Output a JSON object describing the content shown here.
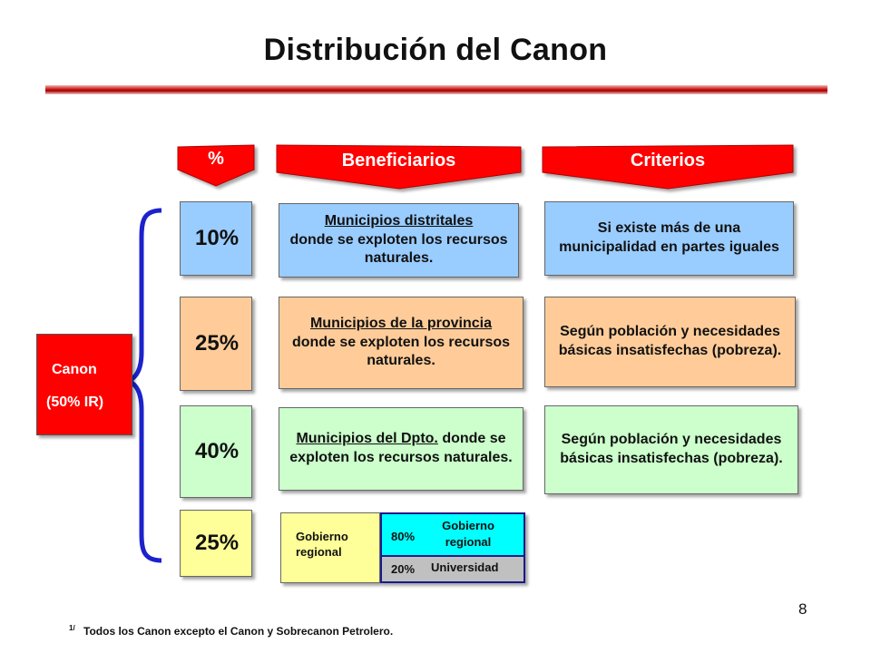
{
  "title": "Distribución del Canon",
  "headers": {
    "percent": "%",
    "beneficiarios": "Beneficiarios",
    "criterios": "Criterios"
  },
  "canon": {
    "line1": "Canon",
    "line2": "(50% IR)"
  },
  "rows": [
    {
      "pct": "10%",
      "benef_u": "Municipios distritales",
      "benef_rest": "donde se exploten los recursos naturales.",
      "criterio": "Si existe más de una municipalidad en partes iguales"
    },
    {
      "pct": "25%",
      "benef_u": "Municipios de la provincia",
      "benef_rest": "donde se exploten los recursos naturales.",
      "criterio": "Según población y necesidades básicas insatisfechas (pobreza)."
    },
    {
      "pct": "40%",
      "benef_u": "Municipios del Dpto.",
      "benef_rest": "donde se exploten los recursos naturales.",
      "criterio": "Según población y necesidades básicas insatisfechas (pobreza)."
    },
    {
      "pct": "25%",
      "benef": "Gobierno regional"
    }
  ],
  "split": {
    "top": {
      "pct": "80%",
      "label": "Gobierno regional"
    },
    "bottom": {
      "pct": "20%",
      "label": "Universidad"
    }
  },
  "footnote": {
    "sup": "1/",
    "text": "Todos los Canon excepto el Canon y Sobrecanon Petrolero."
  },
  "page_number": "8",
  "colors": {
    "accent_red": "#ff0000",
    "blue": "#99ccff",
    "peach": "#ffcc99",
    "green": "#ccffcc",
    "yellow": "#ffff99",
    "cyan": "#00ffff",
    "gray": "#c0c0c0"
  }
}
